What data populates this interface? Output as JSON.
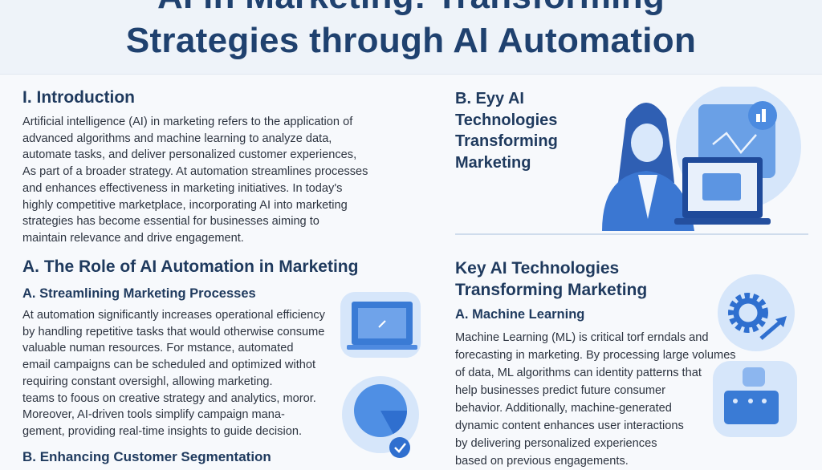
{
  "title": {
    "line1": "AI in Marketing: Transforming",
    "line2": "Strategies through AI Automation"
  },
  "intro": {
    "heading": "I. Introduction",
    "lines": [
      "Artificial intelligence (AI) in marketing refers to the application of",
      "advanced algorithms and machine learning to analyze data,",
      "automate tasks, and deliver personalized customer experiences,",
      "As part of a broader strategy. At automation streamlines processes",
      "and enhances effectiveness in marketing initiatives. In today's",
      "highly competitive marketplace, incorporating AI into marketing",
      "strategies has become essential for businesses aiming to",
      "maintain relevance and drive engagement."
    ]
  },
  "right_top": {
    "heading_lines": [
      "B. Eyy AI",
      "Technologies",
      "Transforming",
      "Marketing"
    ]
  },
  "role": {
    "heading": "A. The Role of AI Automation in Marketing",
    "subheading": "A. Streamlining Marketing Processes",
    "lines": [
      "At automation significantly increases operational efficiency",
      "by handling repetitive tasks that would otherwise consume",
      "valuable numan resources. For mstance, automated",
      "email campaigns can be scheduled and optimized withot",
      "requiring constant oversighl, allowing marketing.",
      "teams to foous on creative strategy and analytics, moror.",
      "Moreover, AI-driven tools simplify campaign mana-",
      "gement, providing real-time insights to guide decision."
    ],
    "next_heading": "B. Enhancing Customer Segmentation"
  },
  "key_tech": {
    "heading_lines": [
      "Key AI Technologies",
      "Transforming Marketing"
    ],
    "subheading": "A. Machine Learning",
    "lines": [
      "Machine Learning (ML) is critical torf erndals  and",
      "forecasting in marketing. By processing large volumes",
      "of data, ML algorithms can identity patterns that",
      "help businesses predict future consumer",
      "behavior. Additionally, machine-generated",
      "dynamic content enhances user interactions",
      "by delivering personalized experiences",
      "based on previous engagements."
    ]
  },
  "colors": {
    "title": "#1f416f",
    "accent": "#3a7bd5",
    "accent_light": "#cfe2fb"
  }
}
